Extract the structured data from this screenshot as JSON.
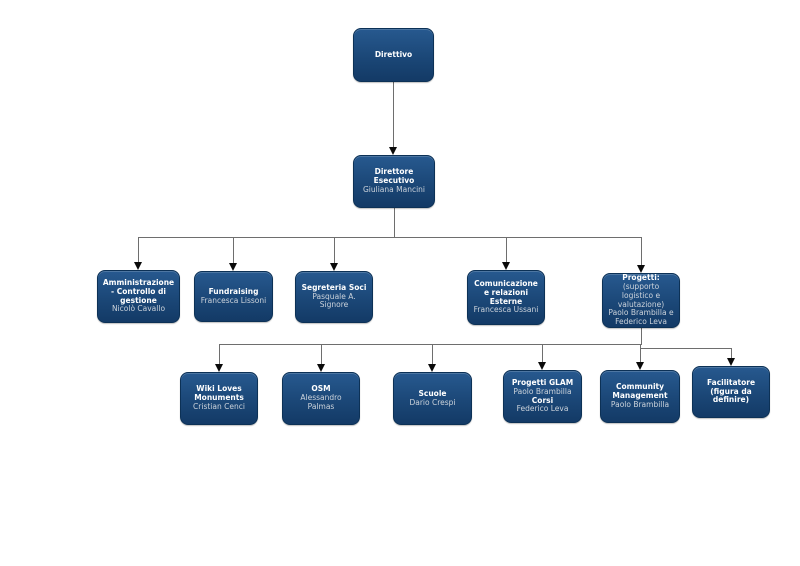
{
  "palette": {
    "background": "#ffffff",
    "box_gradient_top": "#27598f",
    "box_gradient_bottom": "#133a66",
    "box_border": "#0c3156",
    "title_color": "#ffffff",
    "name_color": "#ccd3db",
    "connector_color": "#6e6e6e",
    "arrow_color": "#0a0a0a"
  },
  "nodes": [
    {
      "id": "direttivo",
      "title": "Direttivo"
    },
    {
      "id": "direttore-esecutivo",
      "title": "Direttore Esecutivo",
      "name": "Giuliana Mancini"
    },
    {
      "id": "amministrazione-controllo-di-gestione",
      "title": "Amministrazione - Controllo di gestione",
      "name": "Nicolò Cavallo"
    },
    {
      "id": "fundraising",
      "title": "Fundraising",
      "name": "Francesca Lissoni"
    },
    {
      "id": "segreteria-soci",
      "title": "Segreteria Soci",
      "name": "Pasquale A. Signore"
    },
    {
      "id": "comunicazione-e-relazioni-esterne",
      "title": "Comunicazione e relazioni Esterne",
      "name": "Francesca Ussani"
    },
    {
      "id": "progetti",
      "title": "Progetti:",
      "name": "(supporto logistico e valutazione)",
      "name2": "Paolo Brambilla e Federico Leva"
    },
    {
      "id": "wiki-loves-monuments",
      "title": "Wiki Loves Monuments",
      "name": "Cristian Cenci"
    },
    {
      "id": "osm",
      "title": "OSM",
      "name": "Alessandro Palmas"
    },
    {
      "id": "scuole",
      "title": "Scuole",
      "name": "Dario Crespi"
    },
    {
      "id": "progetti-glam-corsi",
      "title": "Progetti GLAM",
      "name": "Paolo Brambilla",
      "title2": "Corsi",
      "name2": "Federico Leva"
    },
    {
      "id": "community-management",
      "title": "Community Management",
      "name": "Paolo Brambilla"
    },
    {
      "id": "facilitatore",
      "title": "Facilitatore (figura da definire)"
    }
  ],
  "edges": [
    {
      "from": "direttivo",
      "to": "direttore-esecutivo"
    },
    {
      "from": "direttore-esecutivo",
      "to": "amministrazione-controllo-di-gestione"
    },
    {
      "from": "direttore-esecutivo",
      "to": "fundraising"
    },
    {
      "from": "direttore-esecutivo",
      "to": "segreteria-soci"
    },
    {
      "from": "direttore-esecutivo",
      "to": "comunicazione-e-relazioni-esterne"
    },
    {
      "from": "direttore-esecutivo",
      "to": "progetti"
    },
    {
      "from": "progetti",
      "to": "wiki-loves-monuments"
    },
    {
      "from": "progetti",
      "to": "osm"
    },
    {
      "from": "progetti",
      "to": "scuole"
    },
    {
      "from": "progetti",
      "to": "progetti-glam-corsi"
    },
    {
      "from": "progetti",
      "to": "community-management"
    },
    {
      "from": "progetti",
      "to": "facilitatore"
    }
  ]
}
